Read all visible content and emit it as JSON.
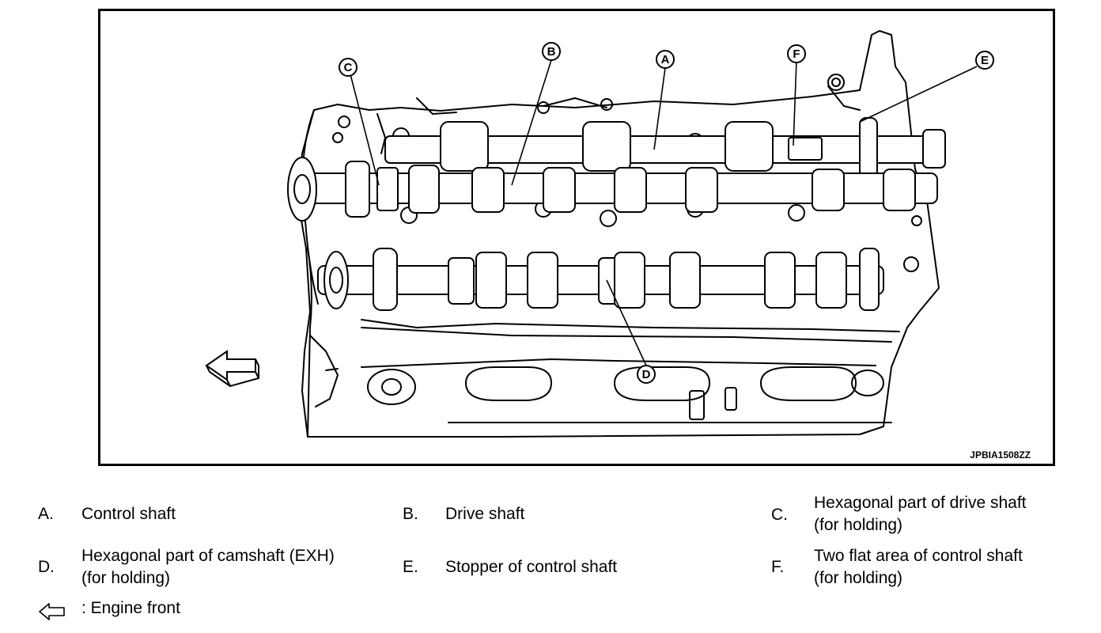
{
  "figure": {
    "image_id": "JPBIA1508ZZ",
    "callouts": {
      "a": "A",
      "b": "B",
      "c": "C",
      "d": "D",
      "e": "E",
      "f": "F"
    }
  },
  "legend": {
    "items": [
      {
        "letter": "A.",
        "line1": "Control shaft",
        "line2": ""
      },
      {
        "letter": "B.",
        "line1": "Drive shaft",
        "line2": ""
      },
      {
        "letter": "C.",
        "line1": "Hexagonal part of drive shaft",
        "line2": "(for holding)"
      },
      {
        "letter": "D.",
        "line1": "Hexagonal part of camshaft (EXH)",
        "line2": "(for holding)"
      },
      {
        "letter": "E.",
        "line1": "Stopper of control shaft",
        "line2": ""
      },
      {
        "letter": "F.",
        "line1": "Two flat area of control shaft",
        "line2": "(for holding)"
      }
    ],
    "engine_front": ": Engine front"
  }
}
